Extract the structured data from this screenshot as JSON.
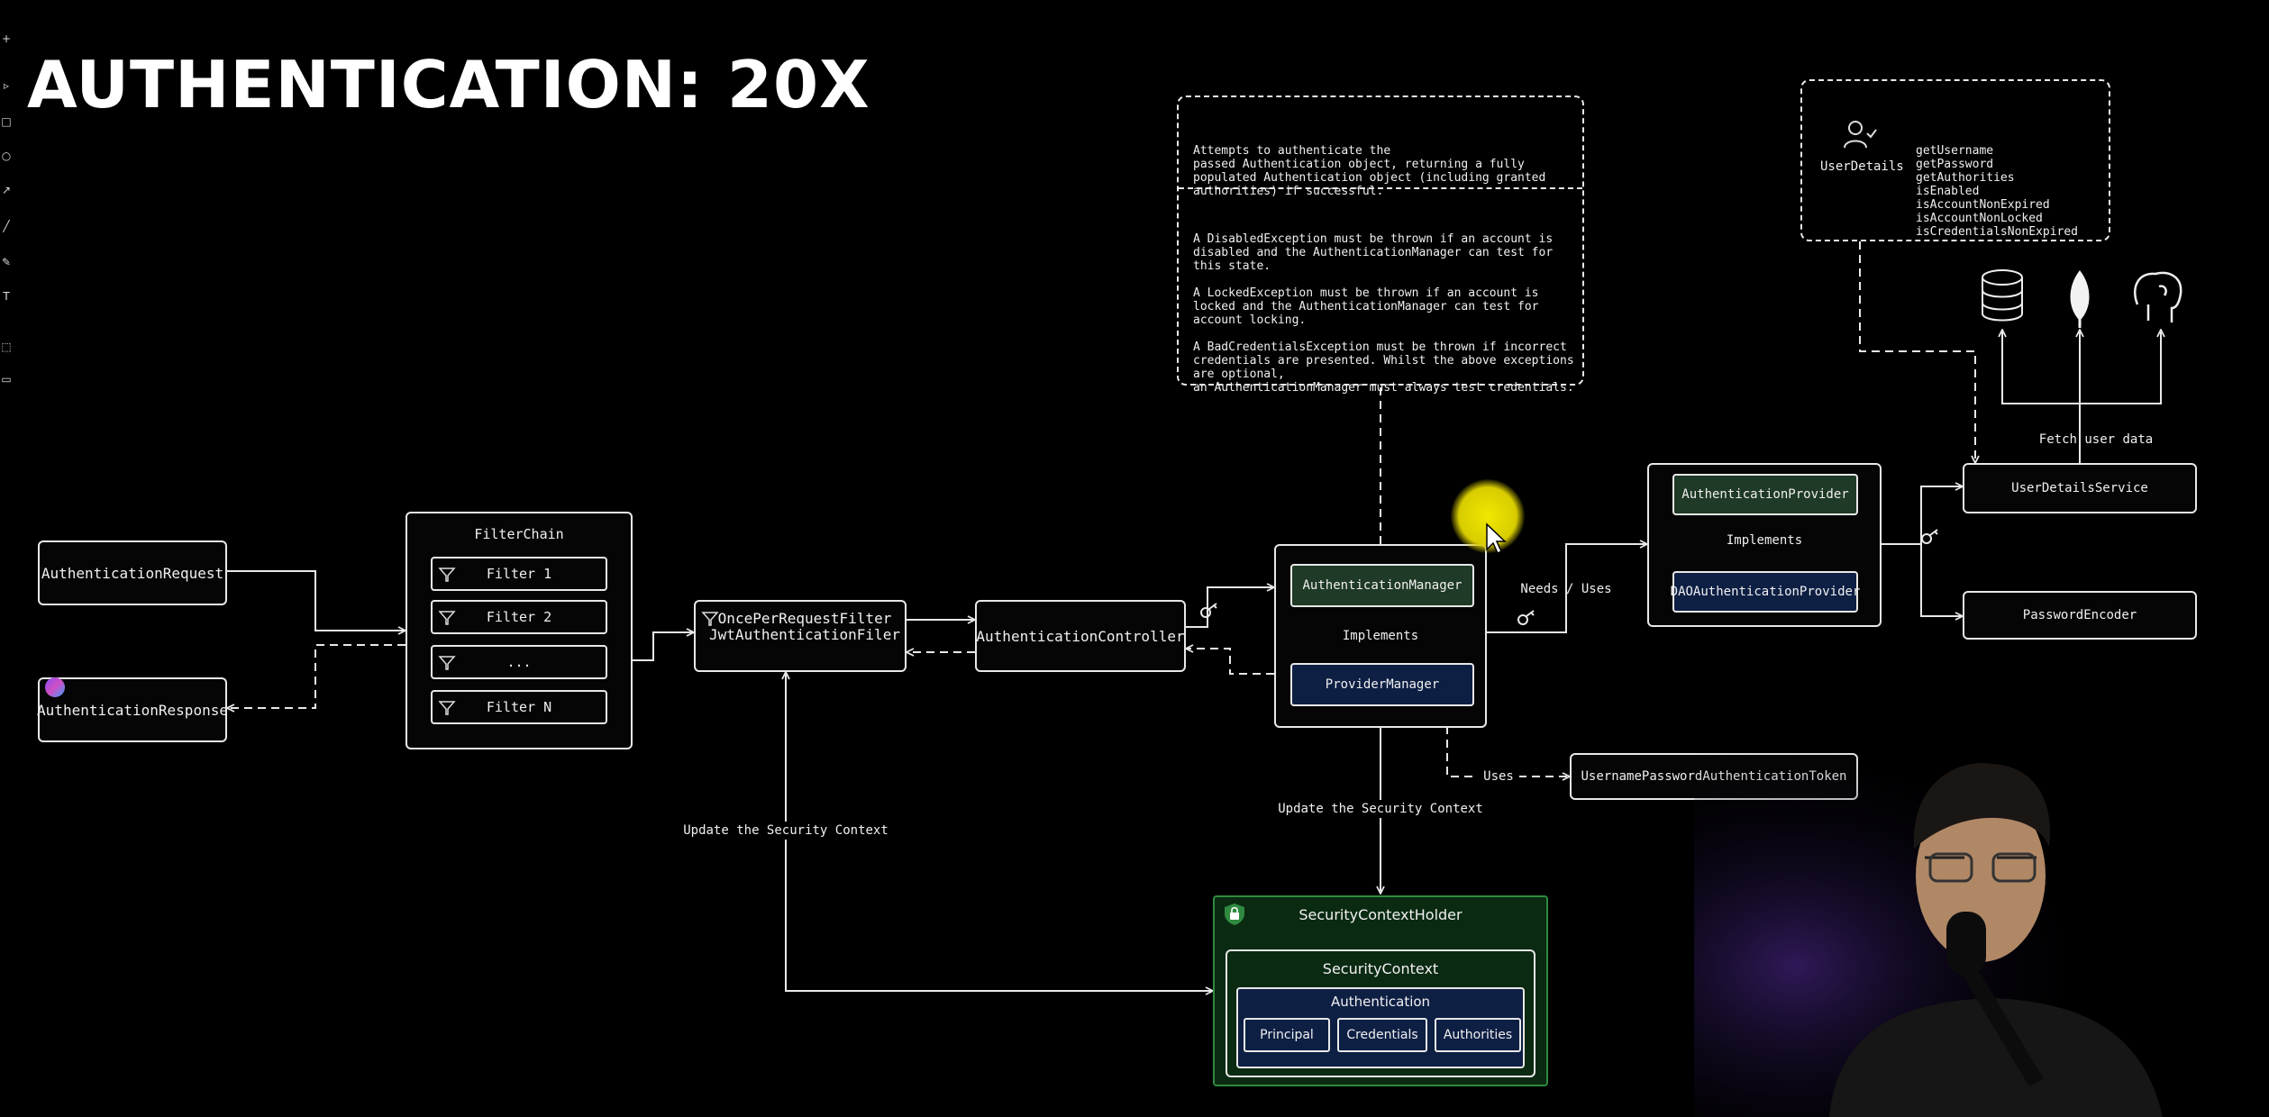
{
  "title": "AUTHENTICATION: 20X",
  "doc_note": {
    "top_lines": [
      "Attempts to authenticate the",
      "passed Authentication object, returning a fully",
      "populated Authentication object (including granted",
      "authorities) if successful."
    ],
    "bottom_lines": [
      "A DisabledException must be thrown if an account is",
      "disabled and the AuthenticationManager can test for",
      "this state.",
      "",
      "A LockedException must be thrown if an account is",
      "locked and the AuthenticationManager can test for",
      "account locking.",
      "",
      "A BadCredentialsException must be thrown if incorrect",
      "credentials are presented. Whilst the above exceptions",
      "are optional,",
      "an AuthenticationManager must always test credentials."
    ]
  },
  "user_details": {
    "label": "UserDetails",
    "methods": [
      "getUsername",
      "getPassword",
      "getAuthorities",
      "isEnabled",
      "isAccountNonExpired",
      "isAccountNonLocked",
      "isCredentialsNonExpired"
    ]
  },
  "request": "AuthenticationRequest",
  "response": "AuthenticationResponse",
  "filter_chain": {
    "title": "FilterChain",
    "filters": [
      "Filter 1",
      "Filter 2",
      "...",
      "Filter N"
    ]
  },
  "jwt_filter": {
    "line1": "OncePerRequestFilter",
    "line2": "JwtAuthenticationFiler"
  },
  "controller": "AuthenticationController",
  "manager_group": {
    "manager": "AuthenticationManager",
    "implements": "Implements",
    "provider_manager": "ProviderManager"
  },
  "needs_uses": "Needs / Uses",
  "provider_group": {
    "provider": "AuthenticationProvider",
    "implements": "Implements",
    "dao_provider": "DAOAuthenticationProvider"
  },
  "fetch_user_data": "Fetch user data",
  "user_details_service": "UserDetailsService",
  "password_encoder": "PasswordEncoder",
  "uses": "Uses",
  "token": "UsernamePasswordAuthenticationToken",
  "update_context_left": "Update the Security Context",
  "update_context_center": "Update the Security Context",
  "context_holder": {
    "title": "SecurityContextHolder",
    "context": "SecurityContext",
    "authentication": "Authentication",
    "items": [
      "Principal",
      "Credentials",
      "Authorities"
    ]
  },
  "colors": {
    "background": "#000000",
    "green_fill": "#1f3a26",
    "navy_fill": "#0e1f44",
    "holder_border": "#2f8a3f",
    "holder_fill": "#0b2a12",
    "cursor_highlight": "#e8e000"
  },
  "icons": [
    "key-icon",
    "filter-icon",
    "lock-icon",
    "user-check-icon",
    "database-icon",
    "mongodb-leaf-icon",
    "postgresql-elephant-icon",
    "cursor-icon",
    "toolbar-icons"
  ]
}
